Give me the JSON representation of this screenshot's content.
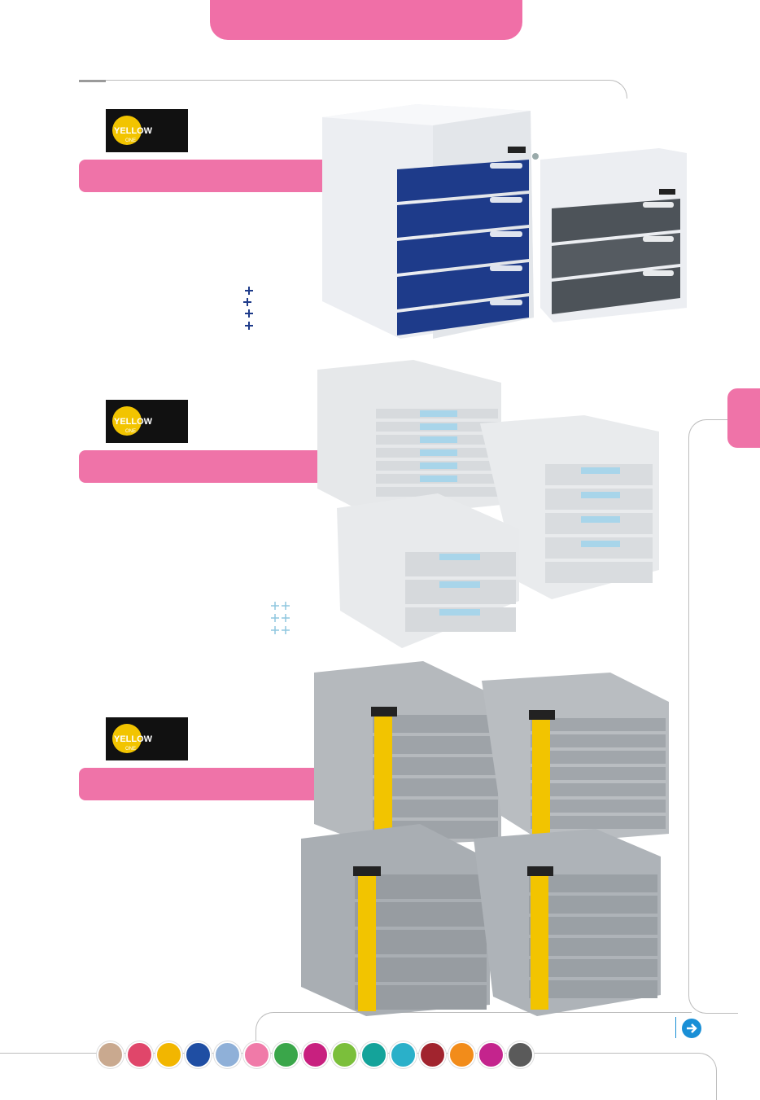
{
  "brand": {
    "logo_text": "YELLOW",
    "logo_subtext": "ONE",
    "colors": {
      "pink": "#ef73a8",
      "navy": "#1e3b8a",
      "grey_drawer": "#4d5359",
      "light_blue_label": "#a8d5ea",
      "accent_yellow": "#f2c400",
      "nav_blue": "#1a8fd6"
    }
  },
  "sections": [
    {
      "id": "section-1",
      "logo": "yellow-one-logo",
      "band_text": ""
    },
    {
      "id": "section-2",
      "logo": "yellow-one-logo",
      "band_text": ""
    },
    {
      "id": "section-3",
      "logo": "yellow-one-logo",
      "band_text": ""
    }
  ],
  "footer_nav": {
    "icons": [
      {
        "name": "fan-icon",
        "color": "#c9a98f"
      },
      {
        "name": "cup-icon",
        "color": "#e0466a"
      },
      {
        "name": "paint-icon",
        "color": "#f2b600"
      },
      {
        "name": "pen-icon",
        "color": "#1f4ea3"
      },
      {
        "name": "clip-icon",
        "color": "#8fb0d8"
      },
      {
        "name": "binder-icon",
        "color": "#f07aa8"
      },
      {
        "name": "printer-icon",
        "color": "#3aa64a"
      },
      {
        "name": "presentation-icon",
        "color": "#c8207f"
      },
      {
        "name": "stamp-icon",
        "color": "#7bbf3b"
      },
      {
        "name": "laminator-icon",
        "color": "#14a39a"
      },
      {
        "name": "ink-icon",
        "color": "#2ab0c9"
      },
      {
        "name": "box-icon",
        "color": "#a1242e"
      },
      {
        "name": "document-icon",
        "color": "#f28c1a"
      },
      {
        "name": "tape-icon",
        "color": "#c4248d"
      },
      {
        "name": "calculator-icon",
        "color": "#5a5a5a"
      }
    ],
    "next_arrow": "arrow-right-icon"
  }
}
